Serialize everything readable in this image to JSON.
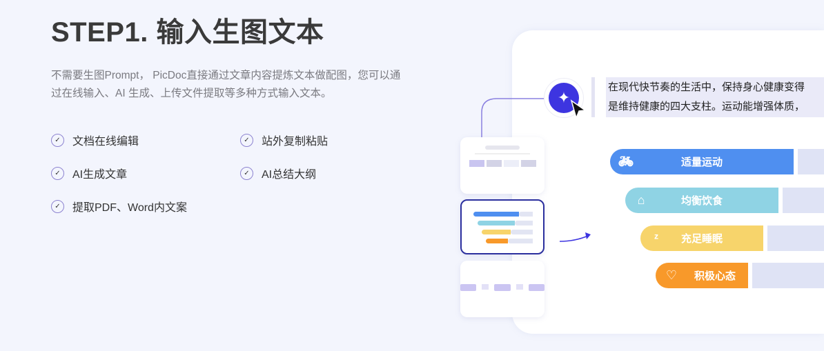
{
  "title": "STEP1. 输入生图文本",
  "description": "不需要生图Prompt， PicDoc直接通过文章内容提炼文本做配图，您可以通过在线输入、AI 生成、上传文件提取等多种方式输入文本。",
  "features": [
    "文档在线编辑",
    "站外复制粘贴",
    "AI生成文章",
    "AI总结大纲",
    "提取PDF、Word内文案"
  ],
  "preview": {
    "text_lines": [
      "在现代快节奏的生活中，保持身心健康变得",
      "是维持健康的四大支柱。运动能增强体质，"
    ],
    "bars": [
      {
        "label": "适量运动",
        "icon": "bicycle-icon",
        "color": "#4f8ff0"
      },
      {
        "label": "均衡饮食",
        "icon": "cupcake-icon",
        "color": "#8fd3e4"
      },
      {
        "label": "充足睡眠",
        "icon": "sleep-icon",
        "color": "#f7d46b"
      },
      {
        "label": "积极心态",
        "icon": "hearts-icon",
        "color": "#f8992a"
      }
    ],
    "accent": "#3d35e0"
  }
}
